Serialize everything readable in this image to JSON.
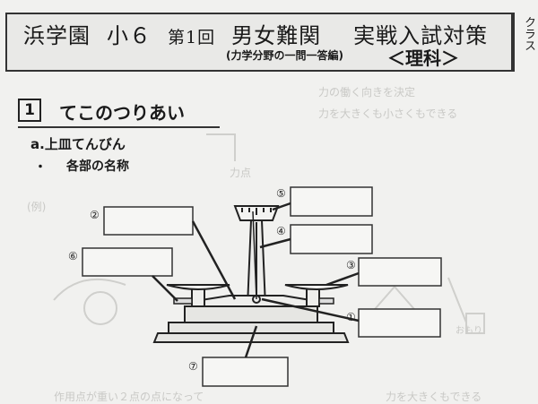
{
  "header": {
    "school": "浜学園",
    "grade": "小６",
    "session": "第1回",
    "course": "男女難関",
    "title": "実戦入試対策",
    "subtitle": "(力学分野の一問一答編)",
    "subject": "＜理科＞",
    "class_label": "クラス"
  },
  "section": {
    "number": "1",
    "title": "てこのつりあい",
    "sub_a": "a.上皿てんびん",
    "bullet": "・",
    "sub_b": "各部の名称"
  },
  "ghost_text": {
    "line1": "力の働く向きを決定",
    "line2": "力を大きくも小さくもできる",
    "label1": "力点",
    "label2": "(例)",
    "label3": "作用点が重い２点の点になって",
    "label4": "力を大きくもできる",
    "label5": "おもり"
  },
  "diagram": {
    "markers": [
      "①",
      "②",
      "③",
      "④",
      "⑤",
      "⑥",
      "⑦"
    ]
  }
}
